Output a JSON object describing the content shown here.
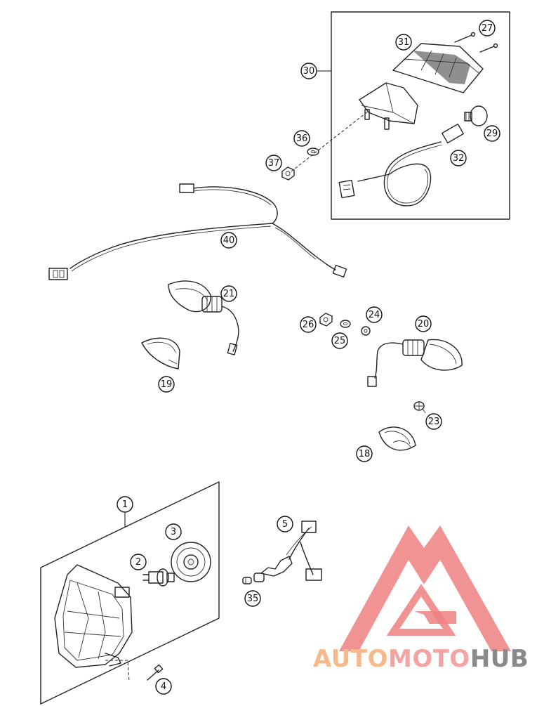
{
  "diagram": {
    "callouts": [
      "1",
      "2",
      "3",
      "4",
      "5",
      "18",
      "19",
      "20",
      "21",
      "23",
      "24",
      "25",
      "26",
      "27",
      "29",
      "30",
      "31",
      "32",
      "35",
      "36",
      "37",
      "40"
    ]
  },
  "watermark": {
    "part1": "AUTO",
    "part2": "MOTO",
    "part3": "HUB",
    "colors": {
      "triangle": "#f08080",
      "auto": "#f6b98b",
      "moto": "#f3a5a5",
      "hub": "#8a8a8a"
    }
  }
}
